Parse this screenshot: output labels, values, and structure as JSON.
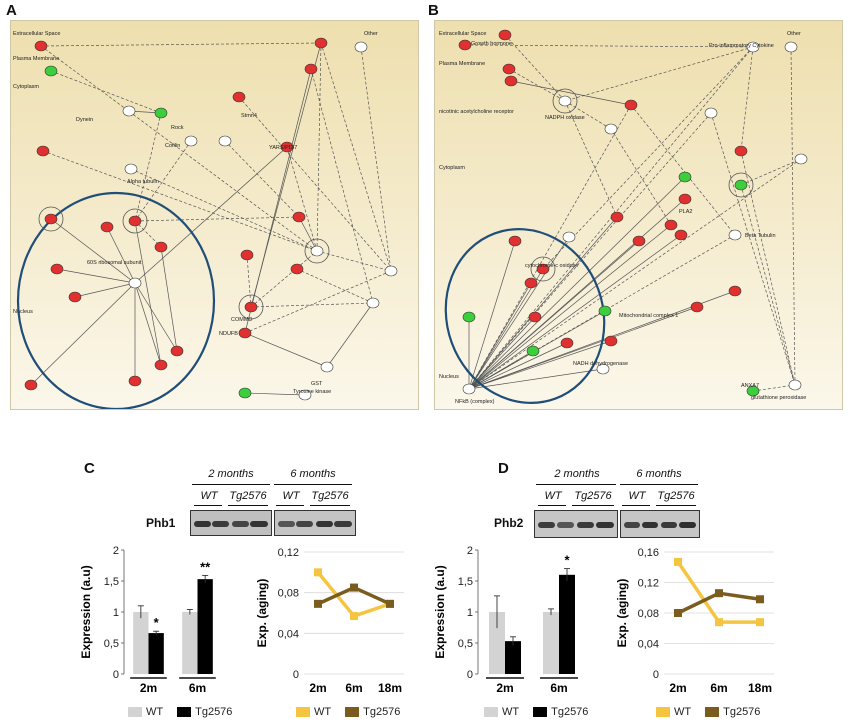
{
  "panels": {
    "A": "A",
    "B": "B",
    "C": "C",
    "D": "D"
  },
  "network_a": {
    "labels": [
      "Extracellular Space",
      "Plasma Membrane",
      "Cytoplasm",
      "Nucleus",
      "Other",
      "Dynein",
      "Alpha tubulin",
      "60S ribosomal subunit",
      "Rock",
      "GST",
      "Tyrosine kinase",
      "Cofilin",
      "YARS/PDI7",
      "Stmn4",
      "COMMD",
      "NDUFB"
    ]
  },
  "network_b": {
    "labels": [
      "Extracellular Space",
      "Plasma Membrane",
      "Cytoplasm",
      "Nucleus",
      "Other",
      "Growth hormone",
      "Pro-inflammatory Cytokine",
      "nicotinic acetylcholine receptor",
      "NADPH oxidase",
      "cytochrome-c oxidase",
      "Mitochondrial complex 1",
      "NADH dehydrogenase",
      "NFkB (complex)",
      "glutathione peroxidase",
      "Beta Tubulin",
      "PLA2",
      "ANXA7"
    ]
  },
  "blots": {
    "c": {
      "protein": "Phb1",
      "group1": "2 months",
      "group2": "6 months",
      "g1_sub": [
        "WT",
        "Tg2576"
      ],
      "g2_sub": [
        "WT",
        "Tg2576"
      ]
    },
    "d": {
      "protein": "Phb2",
      "group1": "2 months",
      "group2": "6 months",
      "g1_sub": [
        "WT",
        "Tg2576"
      ],
      "g2_sub": [
        "WT",
        "Tg2576"
      ]
    }
  },
  "colors": {
    "wt_bar": "#d3d3d3",
    "tg_bar": "#000000",
    "wt_line": "#f5c542",
    "tg_line": "#7a5c1e"
  },
  "chart_data": [
    {
      "type": "bar",
      "panel": "C",
      "ylabel": "Expression (a.u)",
      "categories": [
        "2m",
        "6m"
      ],
      "ylim": [
        0,
        2
      ],
      "yticks": [
        "0",
        "0,5",
        "1",
        "1,5",
        "2"
      ],
      "series": [
        {
          "name": "WT",
          "values": [
            1.0,
            1.0
          ],
          "errors": [
            0.1,
            0.04
          ]
        },
        {
          "name": "Tg2576",
          "values": [
            0.66,
            1.53
          ],
          "errors": [
            0.03,
            0.06
          ]
        }
      ],
      "annotations": [
        "*",
        "**"
      ],
      "legend": [
        "WT",
        "Tg2576"
      ]
    },
    {
      "type": "line",
      "panel": "C",
      "ylabel": "Exp. (aging)",
      "x": [
        "2m",
        "6m",
        "18m"
      ],
      "ylim": [
        0,
        0.12
      ],
      "yticks": [
        "0",
        "0,04",
        "0,08",
        "0,12"
      ],
      "series": [
        {
          "name": "WT",
          "values": [
            0.1,
            0.057,
            0.069
          ]
        },
        {
          "name": "Tg2576",
          "values": [
            0.069,
            0.085,
            0.069
          ]
        }
      ],
      "legend": [
        "WT",
        "Tg2576"
      ]
    },
    {
      "type": "bar",
      "panel": "D",
      "ylabel": "Expression (a.u)",
      "categories": [
        "2m",
        "6m"
      ],
      "ylim": [
        0,
        2
      ],
      "yticks": [
        "0",
        "0,5",
        "1",
        "1,5",
        "2"
      ],
      "series": [
        {
          "name": "WT",
          "values": [
            1.0,
            1.0
          ],
          "errors": [
            0.26,
            0.05
          ]
        },
        {
          "name": "Tg2576",
          "values": [
            0.53,
            1.6
          ],
          "errors": [
            0.07,
            0.1
          ]
        }
      ],
      "annotations": [
        "*"
      ],
      "legend": [
        "WT",
        "Tg2576"
      ]
    },
    {
      "type": "line",
      "panel": "D",
      "ylabel": "Exp. (aging)",
      "x": [
        "2m",
        "6m",
        "18m"
      ],
      "ylim": [
        0,
        0.16
      ],
      "yticks": [
        "0",
        "0,04",
        "0,08",
        "0,12",
        "0,16"
      ],
      "series": [
        {
          "name": "WT",
          "values": [
            0.147,
            0.068,
            0.068
          ]
        },
        {
          "name": "Tg2576",
          "values": [
            0.08,
            0.106,
            0.098
          ]
        }
      ],
      "legend": [
        "WT",
        "Tg2576"
      ]
    }
  ]
}
